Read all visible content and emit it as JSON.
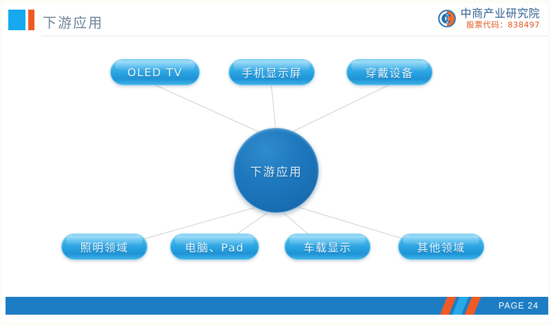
{
  "header": {
    "title": "下游应用",
    "logo_mark_blue": "#16a9f0",
    "logo_mark_orange": "#f05a22",
    "brand": {
      "name": "中商产业研究院",
      "stock_code_label": "股票代码：838497",
      "name_color": "#2b5d8e",
      "code_color": "#e2571e",
      "logo_icon": "circular-ci-logo-icon"
    }
  },
  "diagram": {
    "type": "hub-and-spoke",
    "hub": {
      "label": "下游应用"
    },
    "nodes_top": [
      {
        "label": "OLED TV"
      },
      {
        "label": "手机显示屏"
      },
      {
        "label": "穿戴设备"
      }
    ],
    "nodes_bottom": [
      {
        "label": "照明领域"
      },
      {
        "label": "电脑、Pad"
      },
      {
        "label": "车载显示"
      },
      {
        "label": "其他领域"
      }
    ],
    "node_color": "#2ba4e2",
    "hub_color": "#1f79bf",
    "connector_color": "#d0d0d0"
  },
  "footer": {
    "page_label": "PAGE 24",
    "bar_color": "#1d7dc4",
    "stripe_colors": [
      "#f15a22",
      "#2aa9e8",
      "#f15a22"
    ]
  }
}
